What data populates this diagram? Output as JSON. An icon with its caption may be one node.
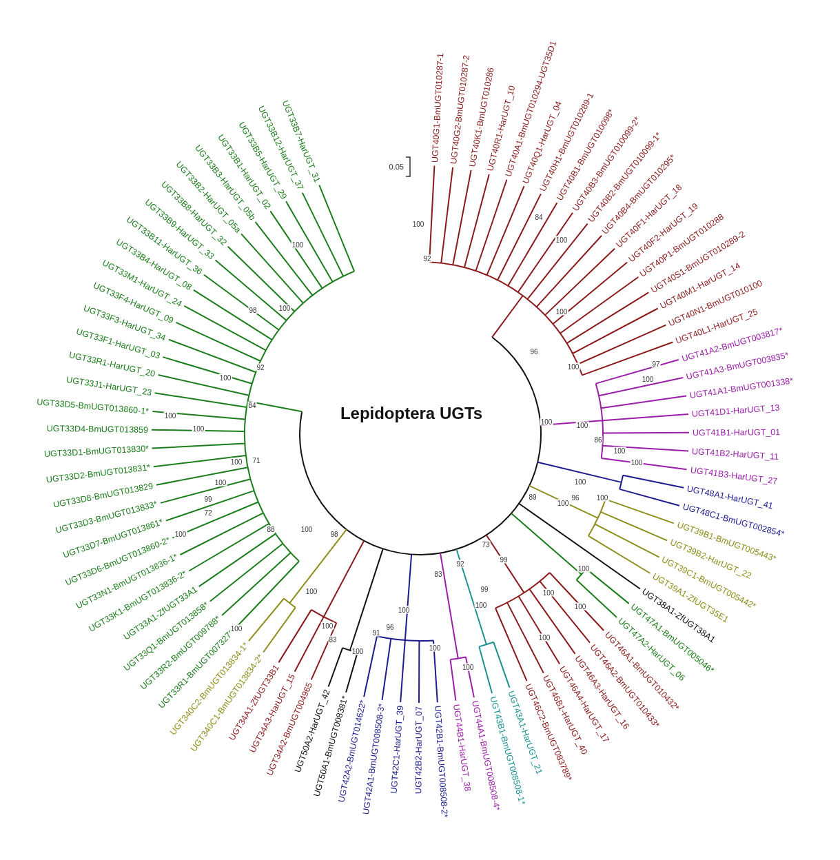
{
  "diagram": {
    "title": "Lepidoptera UGTs",
    "labels": [
      "0.05",
      "UGT33D5-BmUGT013860-1*",
      "UGT33J1-HarUGT_23",
      "UGT33R1-HarUGT_20",
      "UGT33F1-HarUGT_03",
      "UGT33F3-HarUGT_34",
      "UGT33F4-HarUGT_09",
      "UGT33M1-HarUGT_24",
      "UGT33B4-HarUGT_08",
      "UGT33B11-HarUGT_36",
      "UGT33B9-HarUGT_33",
      "UGT33B8-HarUGT_32",
      "UGT33B2-HarUGT_05a",
      "UGT33B3-HarUGT_05b",
      "UGT33B1-HarUGT_02",
      "UGT33B5-HarUGT_29",
      "UGT33B12-HarUGT_37",
      "UGT33B7-HarUGT_31",
      "UGT40G1-BmUGT010287-1",
      "UGT40G2-BmUGT010287-2",
      "UGT40K1-BmUGT010286",
      "UGT40R1-HarUGT_10",
      "UGT40A1-BmUGT010294-UGT35D1",
      "UGT40Q1-HarUGT_04",
      "UGT40H1-BmUGT010289-1",
      "UGT40B1-BmUGT010098*",
      "UGT40B3-BmUGT010099-2*",
      "UGT40B2-BmUGT010099-1*",
      "UGT40B4-BmUGT010295*",
      "UGT40F1-HarUGT_18",
      "UGT40F2-HarUGT_19",
      "UGT40P1-BmUGT010288",
      "UGT40S1-BmUGT010289-2",
      "UGT40M1-HarUGT_14",
      "UGT40N1-BmUGT010100",
      "UGT40L1-HarUGT_25",
      "UGT41A2-BmUGT003817*",
      "UGT41A3-BmUGT003835*",
      "UGT41A1-BmUGT001338*",
      "UGT41D1-HarUGT_13",
      "UGT33D4-BmUGT013859",
      "UGT33D1-BmUGT013830*",
      "UGT33D2-BmUGT013831*",
      "UGT33D8-BmUGT013829",
      "UGT33D3-BmUGT013833*",
      "UGT33D7-BmUGT013861*",
      "UGT33D6-BmUGT013860-2*",
      "UGT33N1-BmUGT013836-1*",
      "UGT33K1-BmUGT013836-2*",
      "UGT33A1-ZfUGT33A1",
      "UGT33Q1-BmUGT013858*",
      "UGT33R2-BmUGT009788*",
      "UGT33R1-BmUGT007327*",
      "UGT340C2-BmUGT013834-1*",
      "UGT340C1-BmUGT013834-2*",
      "UGT34A1-ZfUGT33B1",
      "UGT34A3-HarUGT_15",
      "UGT34A2-BmUGT004965",
      "UGT50A2-HarUGT_42",
      "UGT50A1-BmUGT008381*",
      "UGT42A2-BmUGT014622*",
      "UGT42A1-BmUGT008508-3*",
      "UGT42C1-HarUGT_39",
      "UGT42B2-HarUGT_07",
      "UGT42B1-BmUGT008508-2*",
      "UGT44B1-HarUGT_38",
      "UGT44A1-BmUGT008508-4*",
      "UGT43B1-BmUGT008508-1*",
      "UGT43A1-HarUGT_21",
      "UGT46C2-BmUGT083789*",
      "UGT46B1-HarUGT_40",
      "UGT46A4-HarUGT_17",
      "UGT46A3-HarUGT_16",
      "UGT46A2-BmUGT010433*",
      "UGT46A1-BmUGT010432*",
      "UGT47A2-HarUGT_06",
      "UGT47A1-BmUGT005046*",
      "UGT38A1-ZfUGT38A1",
      "UGT39A1-ZfUGT35E1",
      "UGT39C1-BmUGT005442*",
      "UGT39B2-HarUGT_22",
      "UGT39B1-BmUGT005443*",
      "UGT48C1-BmUGT002854*",
      "UGT48A1-HarUGT_41",
      "UGT41B3-HarUGT_27",
      "UGT41B2-HarUGT_11",
      "UGT41B1-HarUGT_01",
      "100",
      "92",
      "84",
      "100",
      "100",
      "96",
      "100",
      "97",
      "100",
      "100",
      "100",
      "86",
      "100",
      "100",
      "100",
      "89",
      "100",
      "96",
      "100",
      "100",
      "73",
      "92",
      "83",
      "99",
      "99",
      "100",
      "100",
      "100",
      "100",
      "100",
      "100",
      "100",
      "96",
      "91",
      "100",
      "100",
      "83",
      "98",
      "100",
      "100",
      "100",
      "88",
      "100",
      "72",
      "99",
      "100",
      "100",
      "71",
      "100",
      "100",
      "84",
      "92",
      "100",
      "98",
      "100",
      "100"
    ]
  }
}
